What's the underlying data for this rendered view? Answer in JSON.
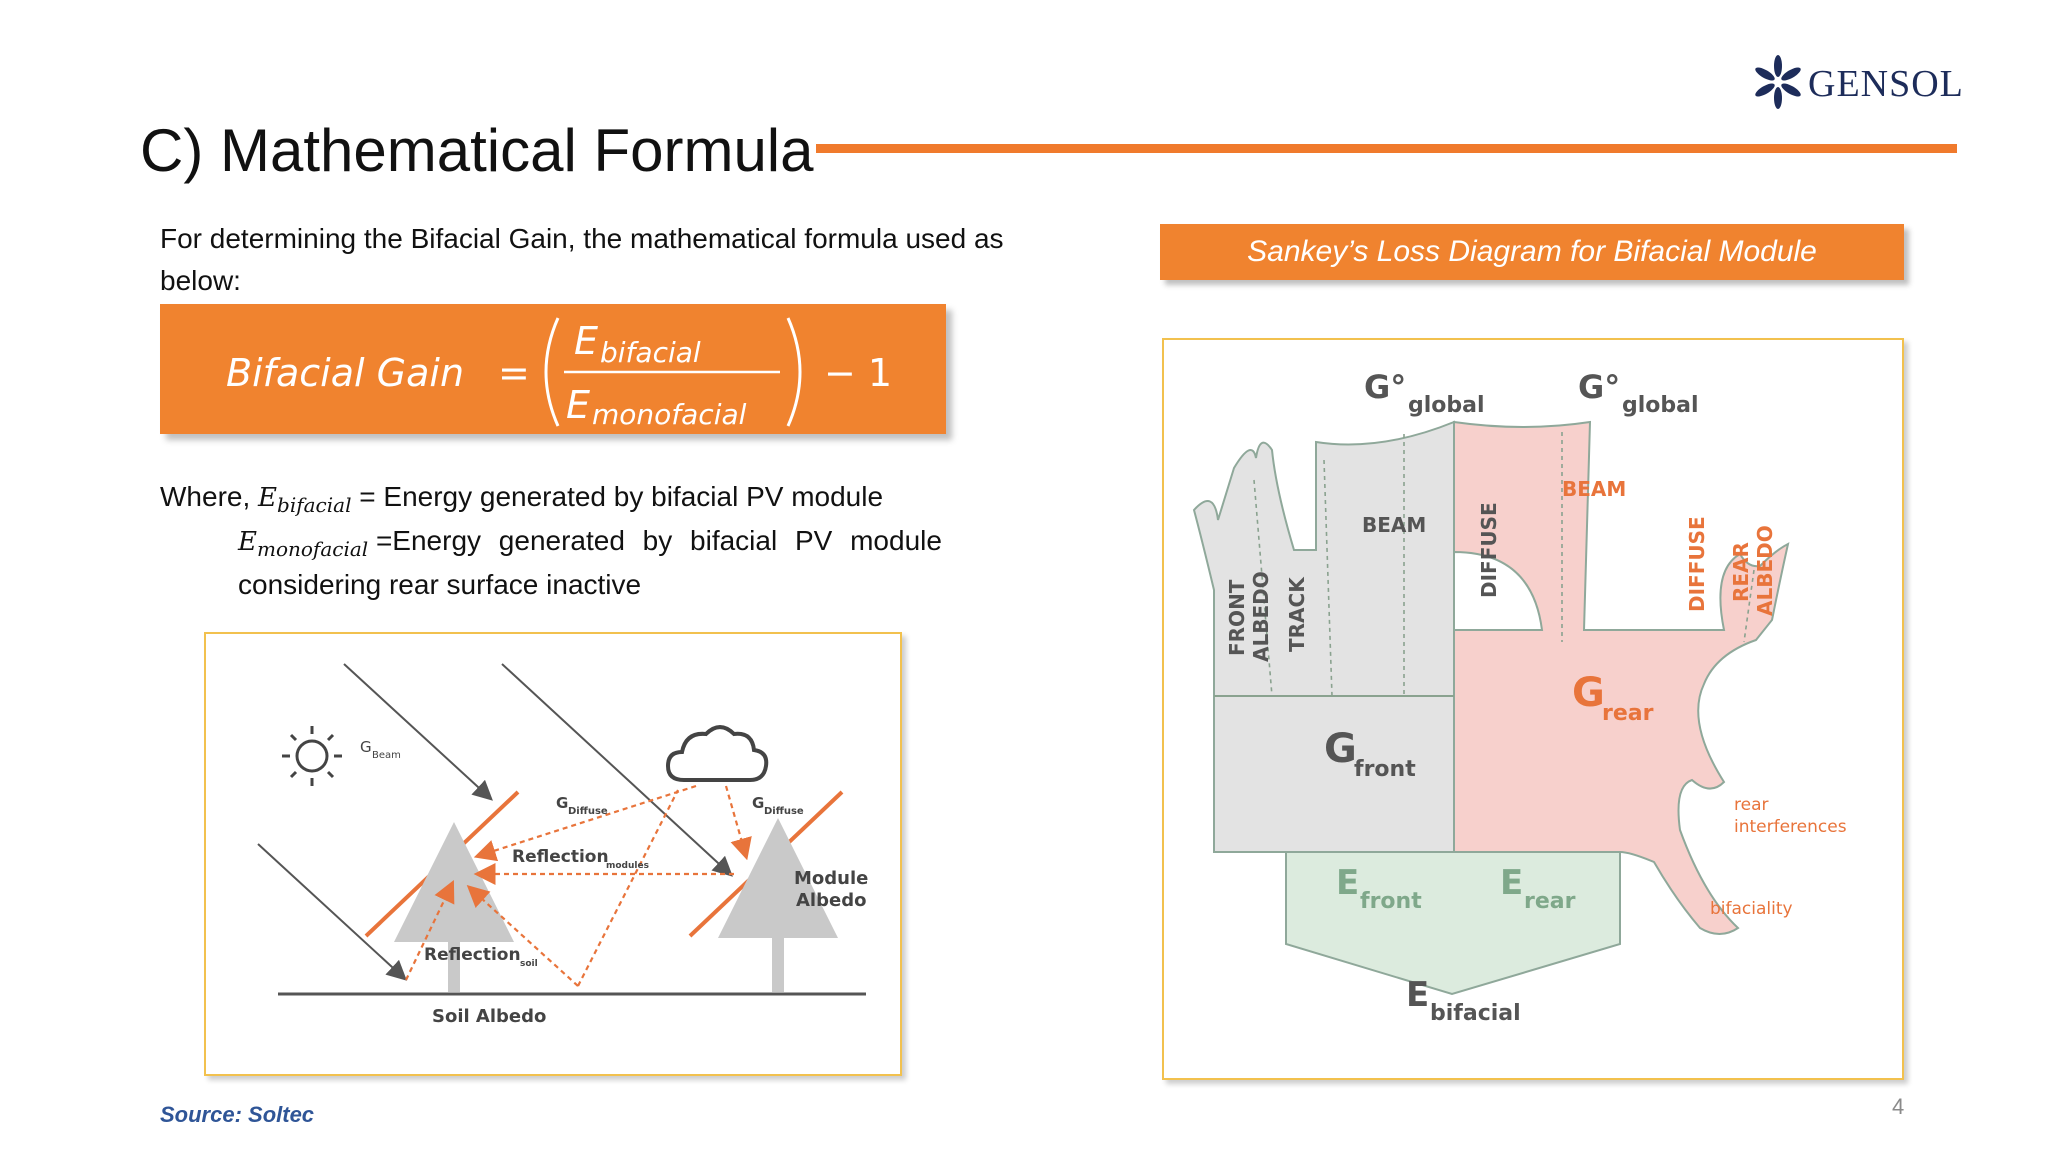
{
  "brand": {
    "name": "GENSOL",
    "color": "#1d2c5a",
    "icon": "star-flower-logo-icon"
  },
  "slide": {
    "title": "C) Mathematical Formula",
    "page_number": "4",
    "accent": "#f07a2c"
  },
  "intro": {
    "text": "For determining the Bifacial Gain, the mathematical formula used as below:"
  },
  "formula": {
    "lhs": "Bifacial Gain",
    "equals": "=",
    "num_base": "E",
    "num_sub": "bifacial",
    "den_base": "E",
    "den_sub": "monofacial",
    "tail": "− 1"
  },
  "definitions": {
    "where_label": "Where,",
    "bifacial_sub": "bifacial",
    "bifacial_def": "Energy generated by bifacial PV module",
    "mono_sub": "monofacial",
    "mono_def": "Energy generated by bifacial PV module",
    "mono_def_cont": "considering rear surface inactive",
    "equals": "="
  },
  "left_diagram": {
    "g_beam": "G",
    "g_beam_sub": "Beam",
    "g_diffuse_left": "G",
    "g_diffuse_left_sub": "Diffuse",
    "g_diffuse_right": "G",
    "g_diffuse_right_sub": "Diffuse",
    "reflection_modules": "Reflection",
    "reflection_modules_sub": "modules",
    "reflection_soil": "Reflection",
    "reflection_soil_sub": "soil",
    "module_albedo_1": "Module",
    "module_albedo_2": "Albedo",
    "soil_albedo": "Soil Albedo",
    "icons": [
      "sun-icon",
      "cloud-icon"
    ]
  },
  "sankey": {
    "title": "Sankey’s Loss Diagram for Bifacial Module",
    "g_global_left": "G°",
    "g_global_left_sub": "global",
    "g_global_right": "G°",
    "g_global_right_sub": "global",
    "front_albedo_1": "FRONT",
    "front_albedo_2": "ALBEDO",
    "track": "TRACK",
    "beam_front": "BEAM",
    "diffuse_front": "DIFFUSE",
    "beam_rear": "BEAM",
    "diffuse_rear": "DIFFUSE",
    "rear_albedo_1": "REAR",
    "rear_albedo_2": "ALBEDO",
    "g_front": "G",
    "g_front_sub": "front",
    "g_rear": "G",
    "g_rear_sub": "rear",
    "rear_interferences_1": "rear",
    "rear_interferences_2": "interferences",
    "bifaciality": "bifaciality",
    "e_front": "E",
    "e_front_sub": "front",
    "e_rear": "E",
    "e_rear_sub": "rear",
    "e_bifacial": "E",
    "e_bifacial_sub": "bifacial",
    "colors": {
      "front": "#e3e3e3",
      "rear": "#f7d0cc",
      "energy": "#dcebde",
      "rear_text": "#e8743b"
    }
  },
  "source": {
    "text": "Source: Soltec"
  }
}
